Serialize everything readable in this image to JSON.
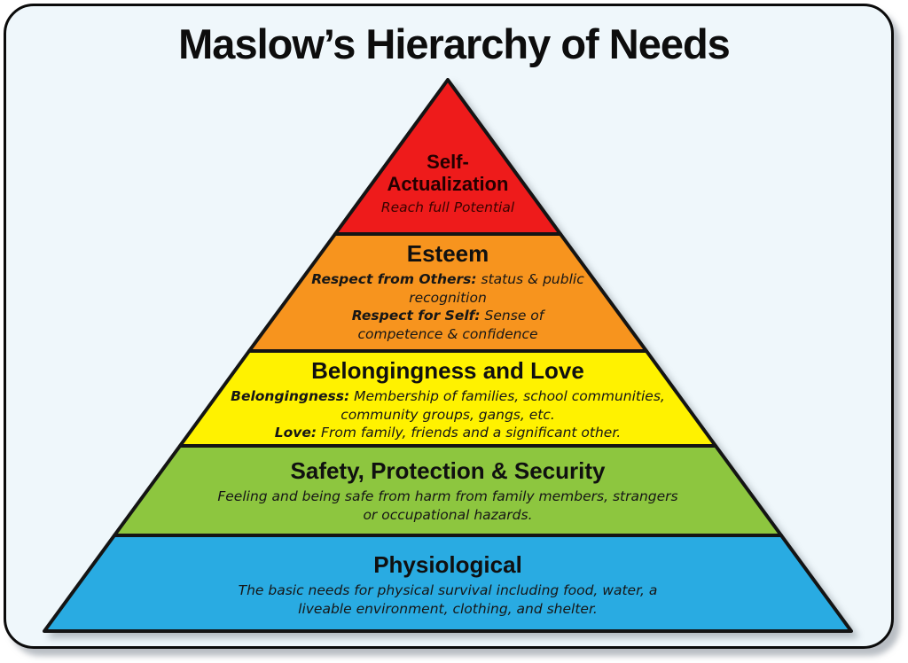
{
  "title": "Maslow’s Hierarchy of Needs",
  "card": {
    "background": "#eff7fb",
    "border_color": "#0b0b0b"
  },
  "pyramid": {
    "levels": [
      {
        "name": "Self-Actualization",
        "color": "#ee1b1b",
        "heading": "Self-Actualization",
        "description": "Reach full Potential"
      },
      {
        "name": "Esteem",
        "color": "#f7941e",
        "heading": "Esteem",
        "lines": [
          {
            "label": "Respect from Others:",
            "text": " status & public recognition"
          },
          {
            "label": "Respect for Self:",
            "text": " Sense of competence & confidence"
          }
        ]
      },
      {
        "name": "Belongingness and Love",
        "color": "#fff200",
        "heading": "Belongingness and Love",
        "lines": [
          {
            "label": "Belongingness:",
            "text": " Membership of families, school communities, community groups, gangs, etc."
          },
          {
            "label": "Love:",
            "text": " From family, friends and a significant other."
          }
        ]
      },
      {
        "name": "Safety, Protection & Security",
        "color": "#8dc63f",
        "heading": "Safety, Protection & Security",
        "description": "Feeling and being safe from harm from family members, strangers or occupational hazards."
      },
      {
        "name": "Physiological",
        "color": "#29abe2",
        "heading": "Physiological",
        "description": "The basic needs for physical survival including food, water, a liveable environment, clothing, and shelter."
      }
    ]
  }
}
